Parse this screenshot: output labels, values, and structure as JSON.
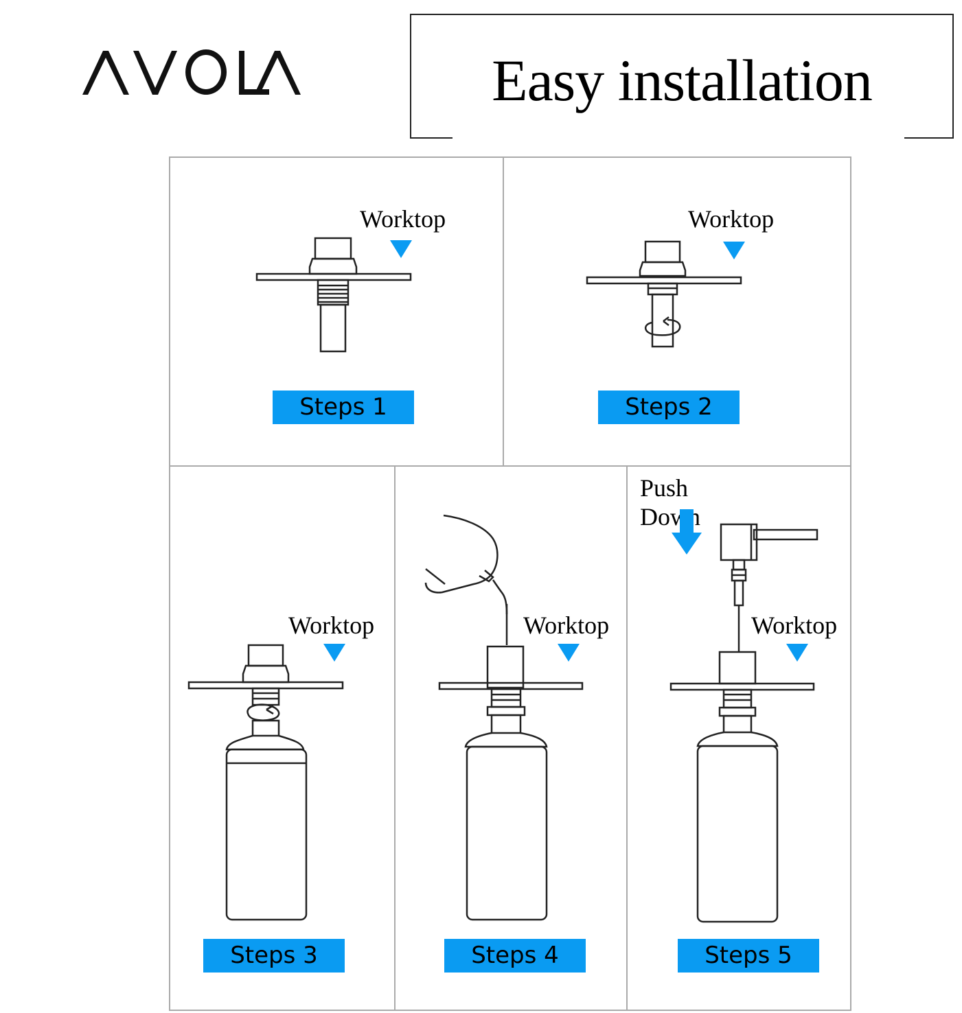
{
  "brand": {
    "logo_text": "AVOLA"
  },
  "header": {
    "title": "Easy installation"
  },
  "labels": {
    "worktop": "Worktop",
    "push_down": "Push Down"
  },
  "steps": [
    {
      "label": "Steps 1"
    },
    {
      "label": "Steps 2"
    },
    {
      "label": "Steps 3"
    },
    {
      "label": "Steps 4"
    },
    {
      "label": "Steps 5"
    }
  ],
  "colors": {
    "accent": "#0a9bf2",
    "line": "#222222",
    "grid": "#aaaaaa"
  }
}
